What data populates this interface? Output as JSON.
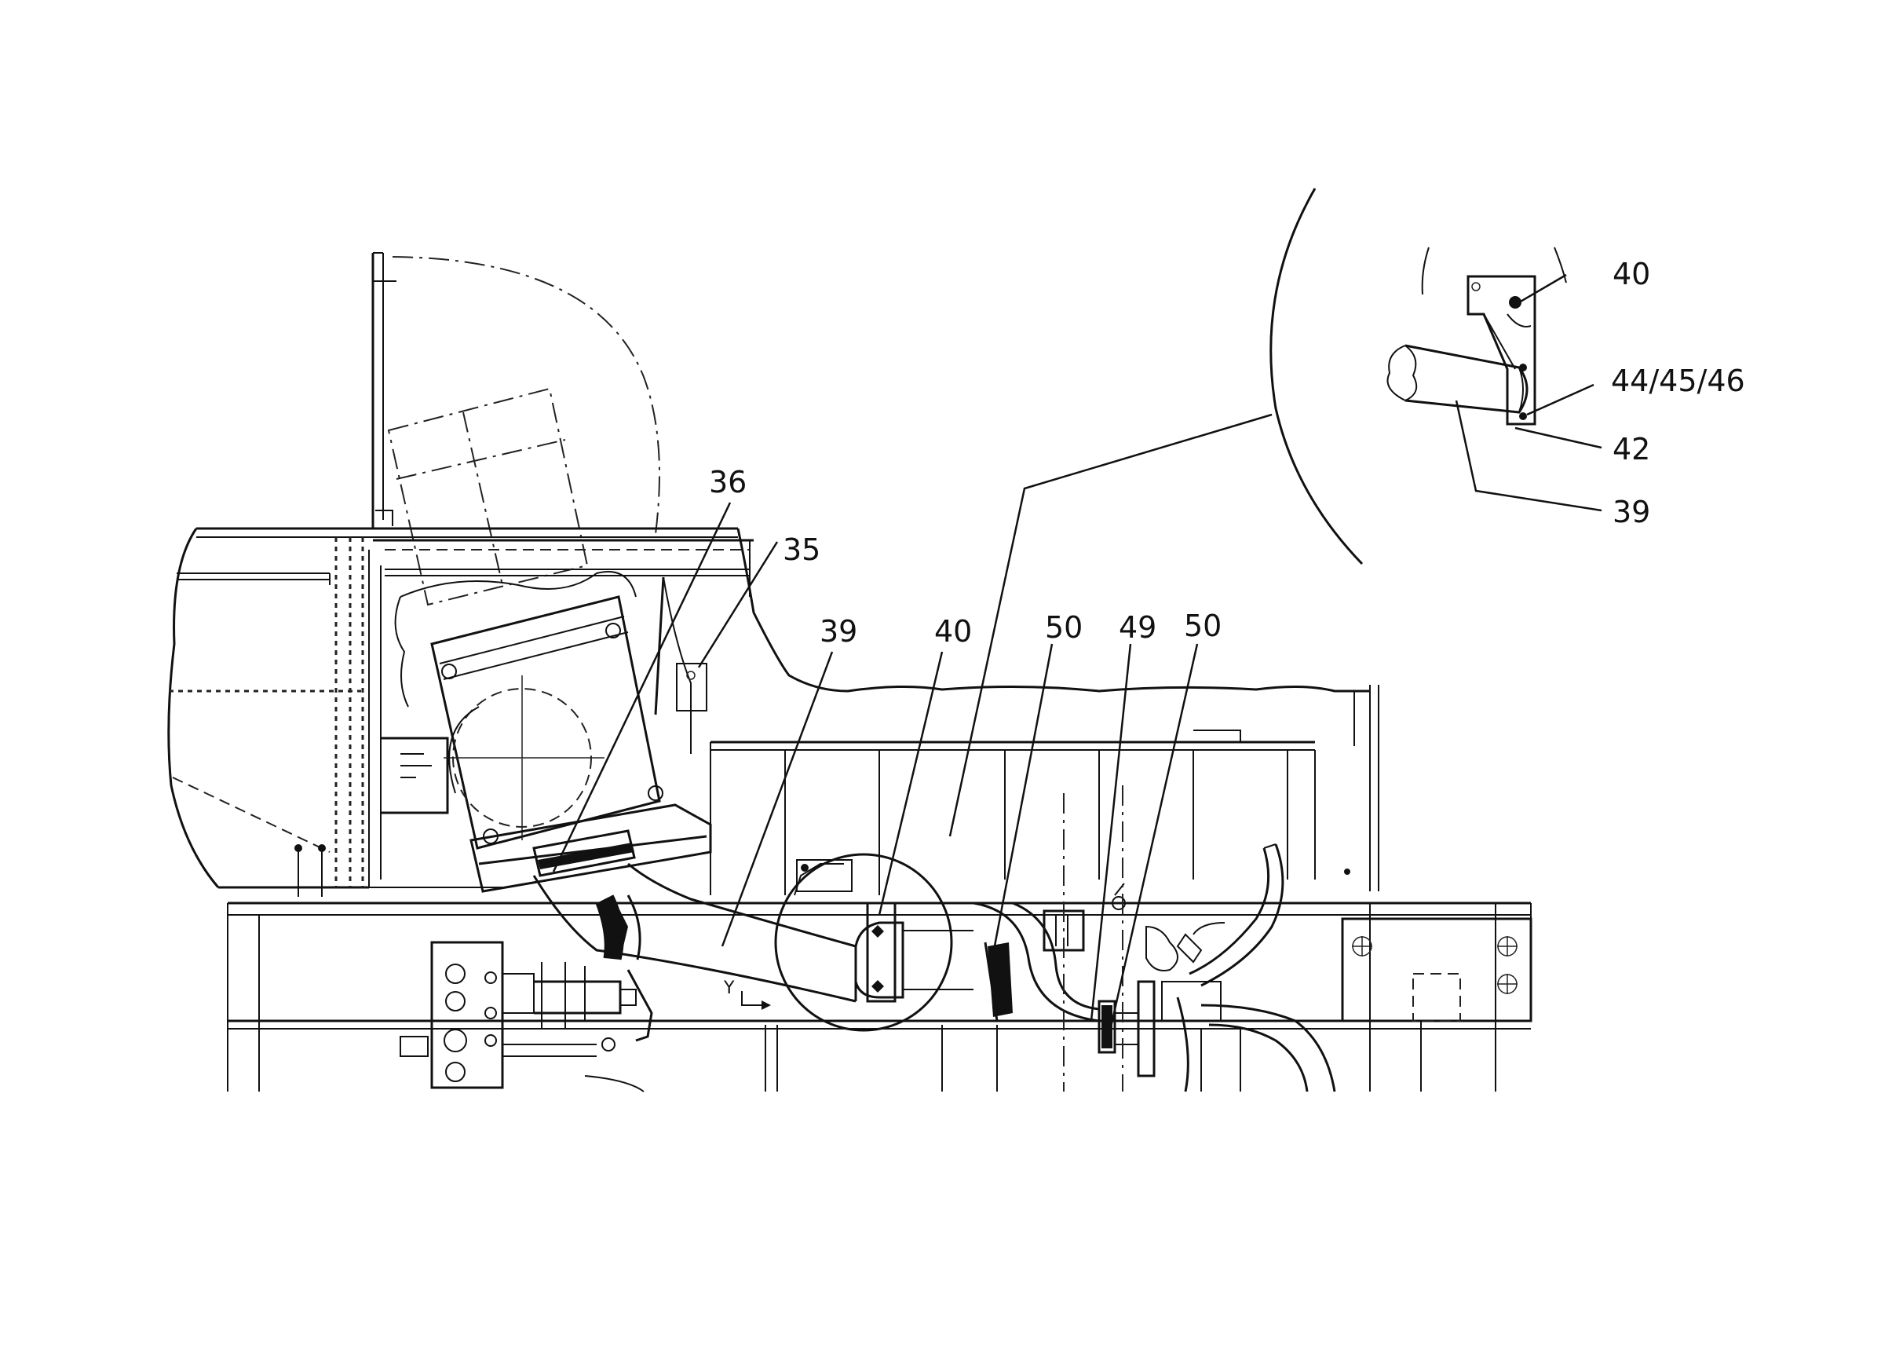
{
  "figure": {
    "callouts": [
      {
        "id": "c36",
        "text": "36"
      },
      {
        "id": "c35",
        "text": "35"
      },
      {
        "id": "c39",
        "text": "39"
      },
      {
        "id": "c40",
        "text": "40"
      },
      {
        "id": "c50a",
        "text": "50"
      },
      {
        "id": "c49",
        "text": "49"
      },
      {
        "id": "c50b",
        "text": "50"
      }
    ],
    "detail_callouts": [
      {
        "id": "d40",
        "text": "40"
      },
      {
        "id": "d44",
        "text": "44/45/46"
      },
      {
        "id": "d42",
        "text": "42"
      },
      {
        "id": "d39",
        "text": "39"
      }
    ],
    "axis_marker": "Y"
  }
}
